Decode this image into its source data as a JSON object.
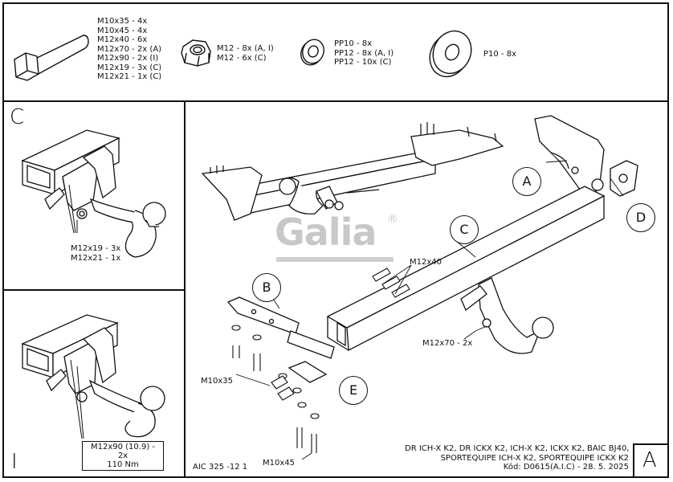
{
  "hardware": {
    "bolts": [
      "M10x35 - 4x",
      "M10x45 - 4x",
      "M12x40 - 6x",
      "M12x70 - 2x (A)",
      "M12x90 - 2x (I)",
      "M12x19 - 3x (C)",
      "M12x21 - 1x (C)"
    ],
    "nuts": [
      "M12 - 8x (A, I)",
      "M12 - 6x (C)"
    ],
    "spring_washers": [
      "PP10 - 8x",
      "PP12 - 8x (A, I)",
      "PP12 - 10x (C)"
    ],
    "flat_washer": "P10 - 8x"
  },
  "panel_c": {
    "letter": "C",
    "bolt_label_1": "M12x19 - 3x",
    "bolt_label_2": "M12x21 - 1x"
  },
  "panel_i": {
    "letter": "I",
    "bolt_label": "M12x90 (10.9) - 2x",
    "torque": "110 Nm"
  },
  "main": {
    "letter": "A",
    "bubbles": [
      "A",
      "B",
      "C",
      "D",
      "E"
    ],
    "labels": {
      "m12x40": "M12x40",
      "m12x70": "M12x70 - 2x",
      "m10x35": "M10x35",
      "m10x45": "M10x45"
    },
    "logo": "Galia",
    "reg": "®",
    "drawing_code": "AIC 325 -12 1",
    "vehicles_1": "DR ICH-X K2, DR ICKX K2, ICH-X K2, ICKX K2, BAIC BJ40,",
    "vehicles_2": "SPORTEQUIPE ICH-X K2, SPORTEQUIPE ICKX K2",
    "code_date": "Kód: D0615(A.I.C) - 28. 5. 2025"
  }
}
